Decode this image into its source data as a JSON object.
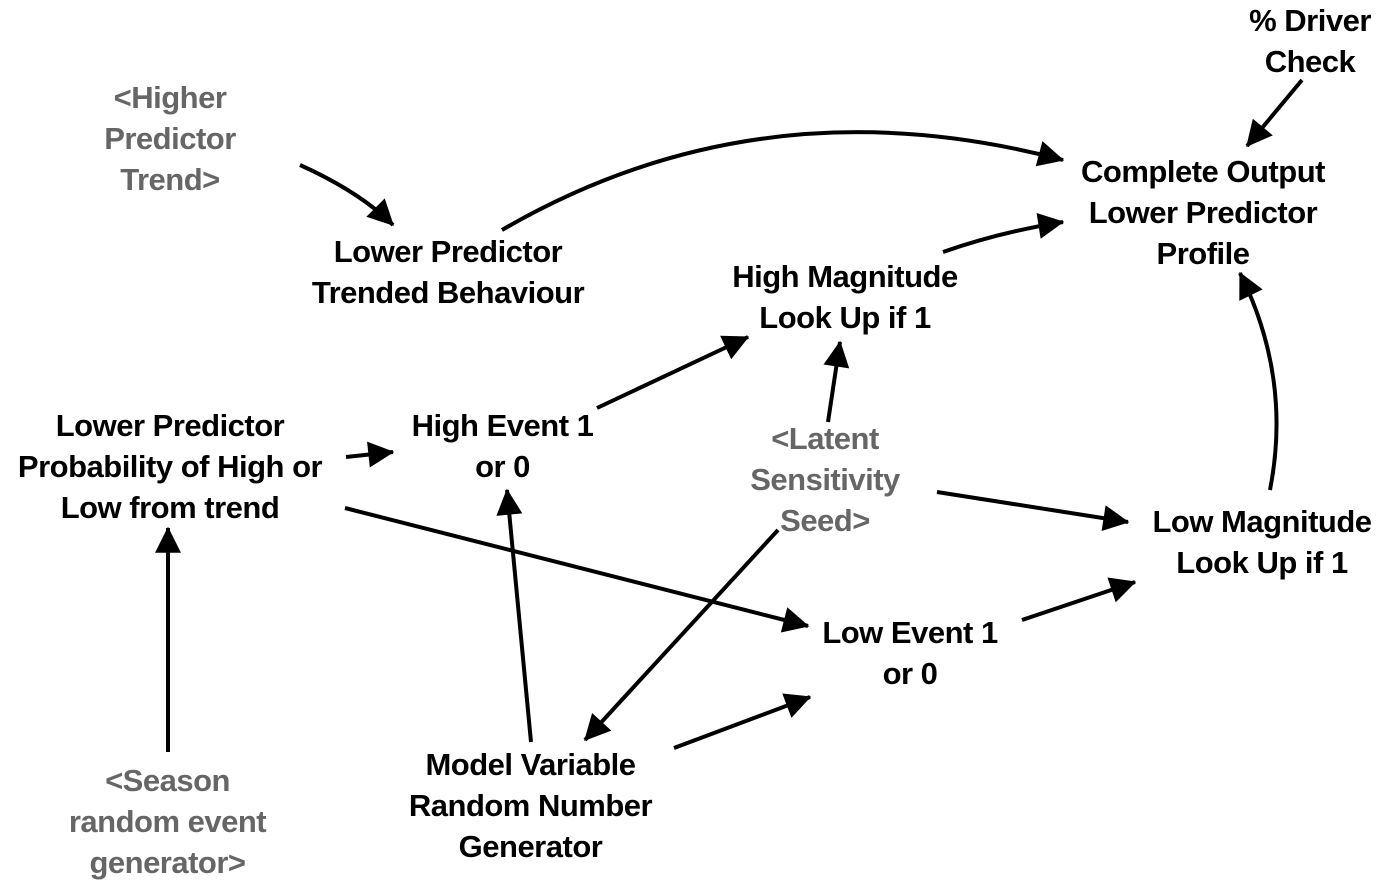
{
  "nodes": {
    "higher_predictor_trend": {
      "lines": [
        "<Higher",
        "Predictor",
        "Trend>"
      ],
      "kind": "shadow"
    },
    "lower_predictor_trended_behaviour": {
      "lines": [
        "Lower Predictor",
        "Trended Behaviour"
      ],
      "kind": "variable"
    },
    "percent_driver_check": {
      "lines": [
        "% Driver",
        "Check"
      ],
      "kind": "variable"
    },
    "complete_output_lower_predictor_profile": {
      "lines": [
        "Complete Output",
        "Lower Predictor",
        "Profile"
      ],
      "kind": "variable"
    },
    "high_magnitude_look_up": {
      "lines": [
        "High Magnitude",
        "Look Up if 1"
      ],
      "kind": "variable"
    },
    "lower_predictor_probability": {
      "lines": [
        "Lower Predictor",
        "Probability of High or",
        "Low from trend"
      ],
      "kind": "variable"
    },
    "high_event": {
      "lines": [
        "High Event 1",
        "or 0"
      ],
      "kind": "variable"
    },
    "latent_sensitivity_seed": {
      "lines": [
        "<Latent",
        "Sensitivity",
        "Seed>"
      ],
      "kind": "shadow"
    },
    "low_magnitude_look_up": {
      "lines": [
        "Low Magnitude",
        "Look Up if 1"
      ],
      "kind": "variable"
    },
    "low_event": {
      "lines": [
        "Low Event 1",
        "or 0"
      ],
      "kind": "variable"
    },
    "model_variable_random_number_generator": {
      "lines": [
        "Model Variable",
        "Random Number",
        "Generator"
      ],
      "kind": "variable"
    },
    "season_random_event_generator": {
      "lines": [
        "<Season",
        "random event",
        "generator>"
      ],
      "kind": "shadow"
    }
  },
  "links": [
    {
      "from": "higher_predictor_trend",
      "to": "lower_predictor_trended_behaviour"
    },
    {
      "from": "lower_predictor_trended_behaviour",
      "to": "complete_output_lower_predictor_profile"
    },
    {
      "from": "percent_driver_check",
      "to": "complete_output_lower_predictor_profile"
    },
    {
      "from": "high_magnitude_look_up",
      "to": "complete_output_lower_predictor_profile"
    },
    {
      "from": "low_magnitude_look_up",
      "to": "complete_output_lower_predictor_profile"
    },
    {
      "from": "high_event",
      "to": "high_magnitude_look_up"
    },
    {
      "from": "latent_sensitivity_seed",
      "to": "high_magnitude_look_up"
    },
    {
      "from": "lower_predictor_probability",
      "to": "high_event"
    },
    {
      "from": "lower_predictor_probability",
      "to": "low_event"
    },
    {
      "from": "latent_sensitivity_seed",
      "to": "low_magnitude_look_up"
    },
    {
      "from": "latent_sensitivity_seed",
      "to": "model_variable_random_number_generator"
    },
    {
      "from": "model_variable_random_number_generator",
      "to": "high_event"
    },
    {
      "from": "model_variable_random_number_generator",
      "to": "low_event"
    },
    {
      "from": "low_event",
      "to": "low_magnitude_look_up"
    },
    {
      "from": "season_random_event_generator",
      "to": "lower_predictor_probability"
    }
  ]
}
